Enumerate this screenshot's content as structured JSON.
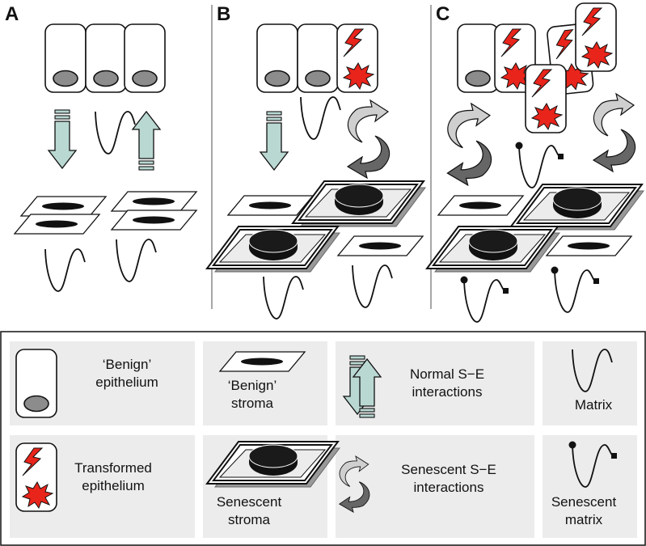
{
  "panels": [
    {
      "id": "A",
      "label": "A"
    },
    {
      "id": "B",
      "label": "B"
    },
    {
      "id": "C",
      "label": "C"
    }
  ],
  "legend": {
    "benign_epithelium": {
      "line1": "‘Benign’",
      "line2": "epithelium"
    },
    "benign_stroma": {
      "line1": "‘Benign’",
      "line2": "stroma"
    },
    "normal_se": {
      "line1": "Normal S−E",
      "line2": "interactions"
    },
    "matrix": {
      "line1": "Matrix"
    },
    "transformed_epithelium": {
      "line1": "Transformed",
      "line2": "epithelium"
    },
    "senescent_stroma": {
      "line1": "Senescent",
      "line2": "stroma"
    },
    "senescent_se": {
      "line1": "Senescent S−E",
      "line2": "interactions"
    },
    "senescent_matrix": {
      "line1": "Senescent",
      "line2": "matrix"
    }
  },
  "colors": {
    "arrow_fill": "#b9d8d2",
    "legend_box": "#ececec",
    "bolt_red": "#e8241b",
    "nucleus_gray": "#8c8c8c",
    "curved_arrow_dark": "#666666"
  },
  "icons": [
    "cell-icon",
    "lightning-bolt-icon",
    "explosion-icon",
    "stroma-icon",
    "senescent-stroma-icon",
    "down-arrow-icon",
    "up-arrow-icon",
    "curved-arrow-icon",
    "matrix-curve-icon",
    "senescent-matrix-icon"
  ]
}
